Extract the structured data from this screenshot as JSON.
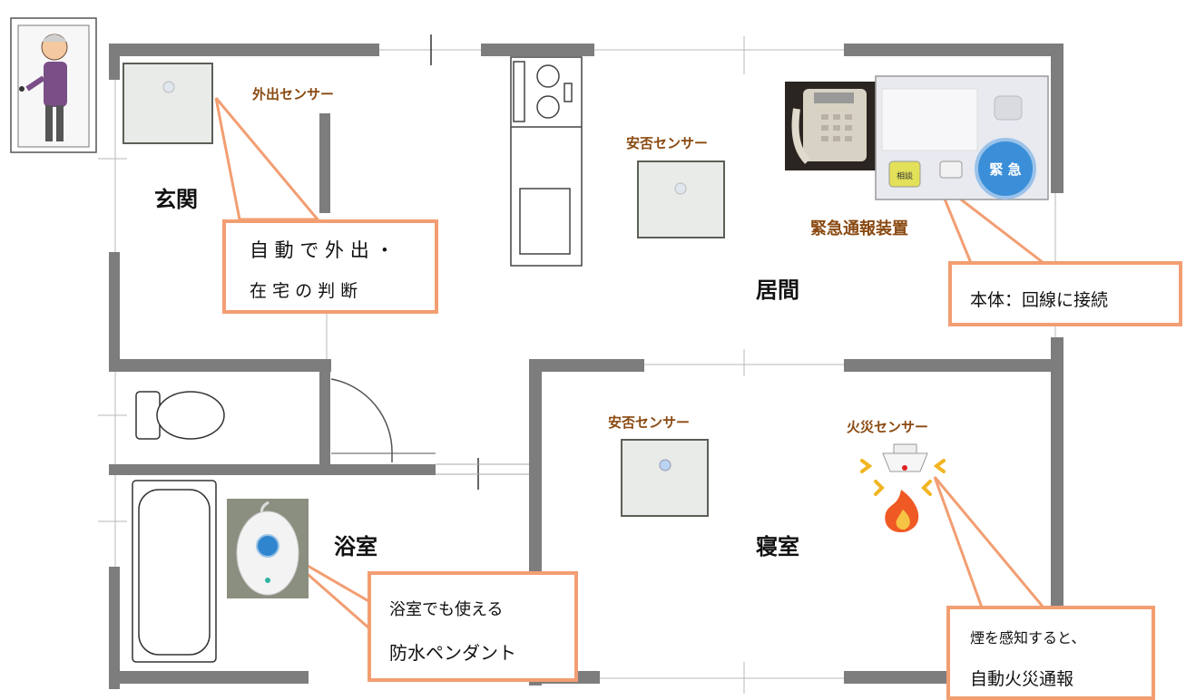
{
  "rooms": {
    "entrance": "玄関",
    "living": "居間",
    "bath": "浴室",
    "bedroom": "寝室"
  },
  "sensors": {
    "going_out": "外出センサー",
    "safety_living": "安否センサー",
    "safety_bedroom": "安否センサー",
    "fire": "火災センサー"
  },
  "device": {
    "emergency_unit": "緊急通報装置",
    "button_left": "相談",
    "button_right": "緊 急"
  },
  "callouts": {
    "auto_outing": {
      "line1": "自 動 で 外 出 ・",
      "line2": "在 宅 の 判 断"
    },
    "main_unit": {
      "text": "本体：回線に接続"
    },
    "pendant": {
      "line1": "浴室でも使える",
      "line2": "防水ペンダント"
    },
    "fire_report": {
      "line1": "煙を感知すると、",
      "line2": "自動火災通報"
    }
  },
  "colors": {
    "wall": "#7d7d7d",
    "callout_border": "#f29e72",
    "sensor_label": "#8a4a12",
    "emergency_button": "#3b8fd8",
    "consult_button": "#e3e05a"
  }
}
